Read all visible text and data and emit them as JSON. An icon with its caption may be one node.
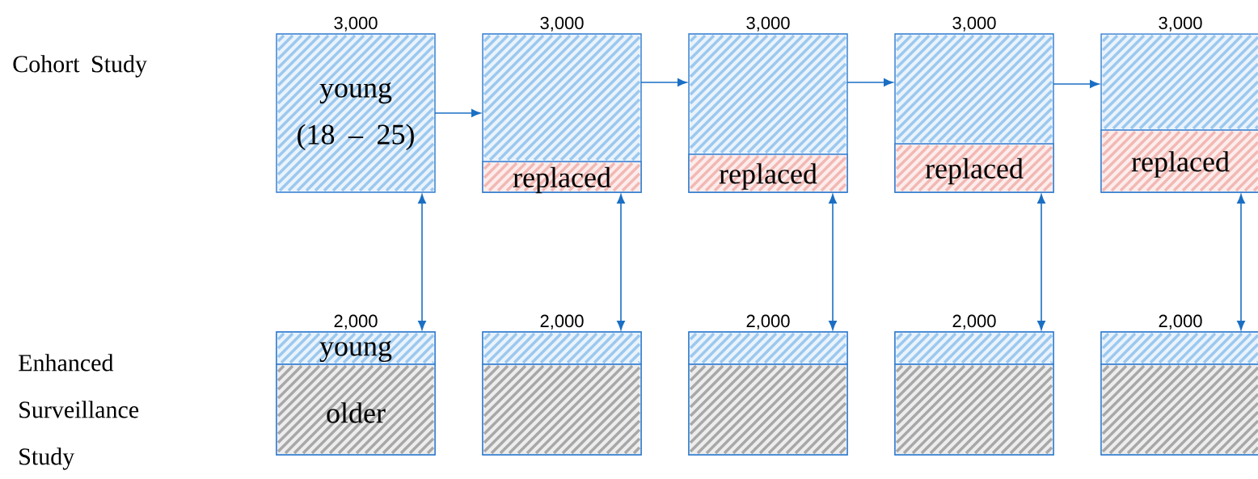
{
  "diagram": {
    "nodes": [
      {
        "text": [
          "3,000",
          "young (18 – 25)"
        ]
      },
      {
        "text": [
          "3,000"
        ]
      },
      {
        "text": [
          "replaced"
        ],
        "in": 1
      },
      {
        "text": [
          "3,000"
        ]
      },
      {
        "text": [
          "replaced"
        ],
        "in": 3
      },
      {
        "text": [
          "3,000"
        ]
      },
      {
        "text": [
          "replaced"
        ],
        "in": 5
      },
      {
        "text": [
          "3,000"
        ]
      },
      {
        "text": [
          "replaced"
        ],
        "in": 7
      },
      {
        "text": [
          "2,000"
        ]
      },
      {
        "text": [
          "young"
        ],
        "in": 9
      },
      {
        "text": [
          "older"
        ],
        "in": 9
      },
      {
        "text": [
          "2,000"
        ]
      },
      {
        "text": [],
        "shape": "bar",
        "in": 12
      },
      {
        "text": [],
        "shape": "bar",
        "in": 12
      },
      {
        "text": [
          "2,000"
        ]
      },
      {
        "text": [],
        "shape": "bar",
        "in": 15
      },
      {
        "text": [],
        "shape": "bar",
        "in": 15
      },
      {
        "text": [
          "2,000"
        ]
      },
      {
        "text": [],
        "shape": "bar",
        "in": 18
      },
      {
        "text": [],
        "shape": "bar",
        "in": 18
      },
      {
        "text": [
          "2,000"
        ]
      },
      {
        "text": [],
        "shape": "bar",
        "in": 21
      },
      {
        "text": [],
        "shape": "bar",
        "in": 21
      }
    ],
    "edges": [
      {
        "from": 0,
        "to": 1,
        "arrow": "to"
      },
      {
        "from": 1,
        "to": 3,
        "arrow": "to"
      },
      {
        "from": 3,
        "to": 5,
        "arrow": "to"
      },
      {
        "from": 5,
        "to": 7,
        "arrow": "to"
      },
      {
        "from": 0,
        "to": 9,
        "arrow": "both"
      },
      {
        "from": 1,
        "to": 12,
        "arrow": "both"
      },
      {
        "from": 3,
        "to": 15,
        "arrow": "both"
      },
      {
        "from": 5,
        "to": 18,
        "arrow": "both"
      },
      {
        "from": 7,
        "to": 21,
        "arrow": "both"
      }
    ],
    "labels": [
      "Cohort Study",
      "Enhanced Surveillance Study"
    ]
  }
}
